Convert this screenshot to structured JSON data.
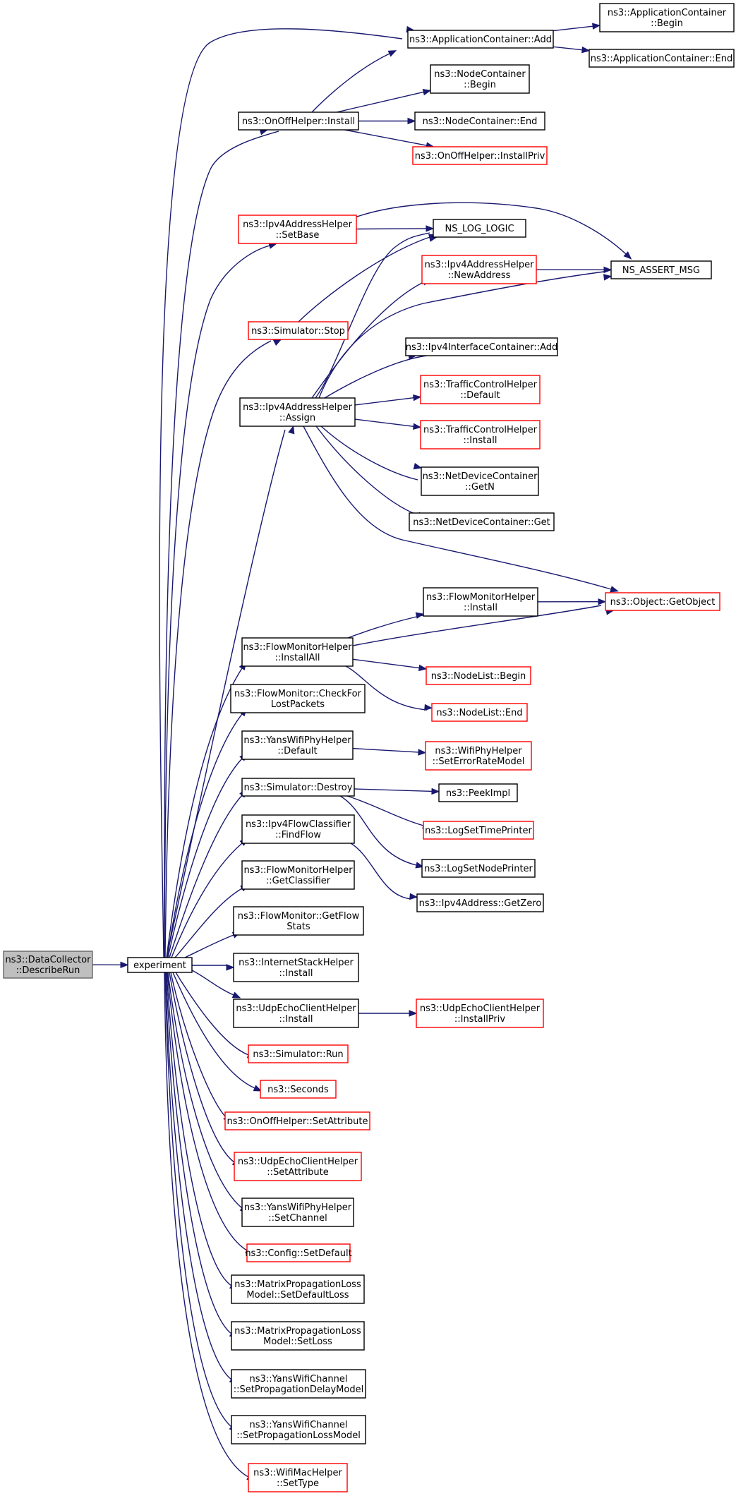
{
  "colors": {
    "edge": "#191970",
    "border_default": "#000000",
    "border_external": "#ff0000",
    "root_fill": "#bfbfbf",
    "root_border": "#666666",
    "fill": "#ffffff"
  },
  "nodes": [
    {
      "id": "describerun",
      "lines": [
        "ns3::DataCollector",
        "::DescribeRun"
      ],
      "kind": "root"
    },
    {
      "id": "experiment",
      "lines": [
        "experiment"
      ],
      "kind": "normal"
    },
    {
      "id": "appcont_add",
      "lines": [
        "ns3::ApplicationContainer::Add"
      ],
      "kind": "normal"
    },
    {
      "id": "appcont_begin",
      "lines": [
        "ns3::ApplicationContainer",
        "::Begin"
      ],
      "kind": "normal"
    },
    {
      "id": "appcont_end",
      "lines": [
        "ns3::ApplicationContainer::End"
      ],
      "kind": "normal"
    },
    {
      "id": "onoff_install",
      "lines": [
        "ns3::OnOffHelper::Install"
      ],
      "kind": "normal"
    },
    {
      "id": "nodecont_begin",
      "lines": [
        "ns3::NodeContainer",
        "::Begin"
      ],
      "kind": "normal"
    },
    {
      "id": "nodecont_end",
      "lines": [
        "ns3::NodeContainer::End"
      ],
      "kind": "normal"
    },
    {
      "id": "onoff_installpriv",
      "lines": [
        "ns3::OnOffHelper::InstallPriv"
      ],
      "kind": "external"
    },
    {
      "id": "ipv4addr_setbase",
      "lines": [
        "ns3::Ipv4AddressHelper",
        "::SetBase"
      ],
      "kind": "external"
    },
    {
      "id": "ns_log_logic",
      "lines": [
        "NS_LOG_LOGIC"
      ],
      "kind": "normal"
    },
    {
      "id": "ipv4addr_newaddress",
      "lines": [
        "ns3::Ipv4AddressHelper",
        "::NewAddress"
      ],
      "kind": "external"
    },
    {
      "id": "ns_assert_msg",
      "lines": [
        "NS_ASSERT_MSG"
      ],
      "kind": "normal"
    },
    {
      "id": "sim_stop",
      "lines": [
        "ns3::Simulator::Stop"
      ],
      "kind": "external"
    },
    {
      "id": "ipv4ifcont_add",
      "lines": [
        "ns3::Ipv4InterfaceContainer::Add"
      ],
      "kind": "normal"
    },
    {
      "id": "ipv4addr_assign",
      "lines": [
        "ns3::Ipv4AddressHelper",
        "::Assign"
      ],
      "kind": "normal"
    },
    {
      "id": "tc_default",
      "lines": [
        "ns3::TrafficControlHelper",
        "::Default"
      ],
      "kind": "external"
    },
    {
      "id": "tc_install",
      "lines": [
        "ns3::TrafficControlHelper",
        "::Install"
      ],
      "kind": "external"
    },
    {
      "id": "ndc_getn",
      "lines": [
        "ns3::NetDeviceContainer",
        "::GetN"
      ],
      "kind": "normal"
    },
    {
      "id": "ndc_get",
      "lines": [
        "ns3::NetDeviceContainer::Get"
      ],
      "kind": "normal"
    },
    {
      "id": "fmh_install",
      "lines": [
        "ns3::FlowMonitorHelper",
        "::Install"
      ],
      "kind": "normal"
    },
    {
      "id": "obj_getobject",
      "lines": [
        "ns3::Object::GetObject"
      ],
      "kind": "external"
    },
    {
      "id": "fmh_installall",
      "lines": [
        "ns3::FlowMonitorHelper",
        "::InstallAll"
      ],
      "kind": "normal"
    },
    {
      "id": "nodelist_begin",
      "lines": [
        "ns3::NodeList::Begin"
      ],
      "kind": "external"
    },
    {
      "id": "nodelist_end",
      "lines": [
        "ns3::NodeList::End"
      ],
      "kind": "external"
    },
    {
      "id": "fm_checkfor",
      "lines": [
        "ns3::FlowMonitor::CheckFor",
        "LostPackets"
      ],
      "kind": "normal"
    },
    {
      "id": "ywph_default",
      "lines": [
        "ns3::YansWifiPhyHelper",
        "::Default"
      ],
      "kind": "normal"
    },
    {
      "id": "wph_seterror",
      "lines": [
        "ns3::WifiPhyHelper",
        "::SetErrorRateModel"
      ],
      "kind": "external"
    },
    {
      "id": "sim_destroy",
      "lines": [
        "ns3::Simulator::Destroy"
      ],
      "kind": "normal"
    },
    {
      "id": "peekimpl",
      "lines": [
        "ns3::PeekImpl"
      ],
      "kind": "normal"
    },
    {
      "id": "logsettime",
      "lines": [
        "ns3::LogSetTimePrinter"
      ],
      "kind": "external"
    },
    {
      "id": "ipv4fc_findflow",
      "lines": [
        "ns3::Ipv4FlowClassifier",
        "::FindFlow"
      ],
      "kind": "normal"
    },
    {
      "id": "logsetnode",
      "lines": [
        "ns3::LogSetNodePrinter"
      ],
      "kind": "normal"
    },
    {
      "id": "fmh_getclassifier",
      "lines": [
        "ns3::FlowMonitorHelper",
        "::GetClassifier"
      ],
      "kind": "normal"
    },
    {
      "id": "ipv4addr_getzero",
      "lines": [
        "ns3::Ipv4Address::GetZero"
      ],
      "kind": "normal"
    },
    {
      "id": "fm_getflowstats",
      "lines": [
        "ns3::FlowMonitor::GetFlow",
        "Stats"
      ],
      "kind": "normal"
    },
    {
      "id": "ish_install",
      "lines": [
        "ns3::InternetStackHelper",
        "::Install"
      ],
      "kind": "normal"
    },
    {
      "id": "uech_install",
      "lines": [
        "ns3::UdpEchoClientHelper",
        "::Install"
      ],
      "kind": "normal"
    },
    {
      "id": "uech_installpriv",
      "lines": [
        "ns3::UdpEchoClientHelper",
        "::InstallPriv"
      ],
      "kind": "external"
    },
    {
      "id": "sim_run",
      "lines": [
        "ns3::Simulator::Run"
      ],
      "kind": "external"
    },
    {
      "id": "seconds",
      "lines": [
        "ns3::Seconds"
      ],
      "kind": "external"
    },
    {
      "id": "onoff_setattr",
      "lines": [
        "ns3::OnOffHelper::SetAttribute"
      ],
      "kind": "external"
    },
    {
      "id": "uech_setattr",
      "lines": [
        "ns3::UdpEchoClientHelper",
        "::SetAttribute"
      ],
      "kind": "external"
    },
    {
      "id": "ywph_setchannel",
      "lines": [
        "ns3::YansWifiPhyHelper",
        "::SetChannel"
      ],
      "kind": "normal"
    },
    {
      "id": "config_setdefault",
      "lines": [
        "ns3::Config::SetDefault"
      ],
      "kind": "external"
    },
    {
      "id": "mplm_setdefaultloss",
      "lines": [
        "ns3::MatrixPropagationLoss",
        "Model::SetDefaultLoss"
      ],
      "kind": "normal"
    },
    {
      "id": "mplm_setloss",
      "lines": [
        "ns3::MatrixPropagationLoss",
        "Model::SetLoss"
      ],
      "kind": "normal"
    },
    {
      "id": "ywc_setdelay",
      "lines": [
        "ns3::YansWifiChannel",
        "::SetPropagationDelayModel"
      ],
      "kind": "normal"
    },
    {
      "id": "ywc_setloss",
      "lines": [
        "ns3::YansWifiChannel",
        "::SetPropagationLossModel"
      ],
      "kind": "normal"
    },
    {
      "id": "wmh_settype",
      "lines": [
        "ns3::WifiMacHelper",
        "::SetType"
      ],
      "kind": "external"
    }
  ],
  "edges": [
    [
      "describerun",
      "experiment"
    ],
    [
      "experiment",
      "appcont_add"
    ],
    [
      "experiment",
      "onoff_install"
    ],
    [
      "experiment",
      "ipv4addr_setbase"
    ],
    [
      "experiment",
      "sim_stop"
    ],
    [
      "experiment",
      "ipv4addr_assign"
    ],
    [
      "experiment",
      "fmh_installall"
    ],
    [
      "experiment",
      "fm_checkfor"
    ],
    [
      "experiment",
      "ywph_default"
    ],
    [
      "experiment",
      "sim_destroy"
    ],
    [
      "experiment",
      "ipv4fc_findflow"
    ],
    [
      "experiment",
      "fmh_getclassifier"
    ],
    [
      "experiment",
      "fm_getflowstats"
    ],
    [
      "experiment",
      "ish_install"
    ],
    [
      "experiment",
      "uech_install"
    ],
    [
      "experiment",
      "sim_run"
    ],
    [
      "experiment",
      "seconds"
    ],
    [
      "experiment",
      "onoff_setattr"
    ],
    [
      "experiment",
      "uech_setattr"
    ],
    [
      "experiment",
      "ywph_setchannel"
    ],
    [
      "experiment",
      "config_setdefault"
    ],
    [
      "experiment",
      "mplm_setdefaultloss"
    ],
    [
      "experiment",
      "mplm_setloss"
    ],
    [
      "experiment",
      "ywc_setdelay"
    ],
    [
      "experiment",
      "ywc_setloss"
    ],
    [
      "experiment",
      "wmh_settype"
    ],
    [
      "appcont_add",
      "appcont_begin"
    ],
    [
      "appcont_add",
      "appcont_end"
    ],
    [
      "onoff_install",
      "appcont_add"
    ],
    [
      "onoff_install",
      "nodecont_begin"
    ],
    [
      "onoff_install",
      "nodecont_end"
    ],
    [
      "onoff_install",
      "onoff_installpriv"
    ],
    [
      "ipv4addr_setbase",
      "ns_log_logic"
    ],
    [
      "ipv4addr_setbase",
      "ns_assert_msg"
    ],
    [
      "sim_stop",
      "ns_log_logic"
    ],
    [
      "ipv4addr_assign",
      "ns_log_logic"
    ],
    [
      "ipv4addr_assign",
      "ipv4addr_newaddress"
    ],
    [
      "ipv4addr_assign",
      "ns_assert_msg"
    ],
    [
      "ipv4addr_assign",
      "ipv4ifcont_add"
    ],
    [
      "ipv4addr_assign",
      "tc_default"
    ],
    [
      "ipv4addr_assign",
      "tc_install"
    ],
    [
      "ipv4addr_assign",
      "ndc_getn"
    ],
    [
      "ipv4addr_assign",
      "ndc_get"
    ],
    [
      "ipv4addr_assign",
      "obj_getobject"
    ],
    [
      "ipv4addr_newaddress",
      "ns_assert_msg"
    ],
    [
      "fmh_installall",
      "fmh_install"
    ],
    [
      "fmh_installall",
      "obj_getobject"
    ],
    [
      "fmh_installall",
      "nodelist_begin"
    ],
    [
      "fmh_installall",
      "nodelist_end"
    ],
    [
      "fmh_install",
      "obj_getobject"
    ],
    [
      "ywph_default",
      "wph_seterror"
    ],
    [
      "sim_destroy",
      "peekimpl"
    ],
    [
      "sim_destroy",
      "logsettime"
    ],
    [
      "sim_destroy",
      "logsetnode"
    ],
    [
      "ipv4fc_findflow",
      "ipv4addr_getzero"
    ],
    [
      "uech_install",
      "uech_installpriv"
    ]
  ]
}
